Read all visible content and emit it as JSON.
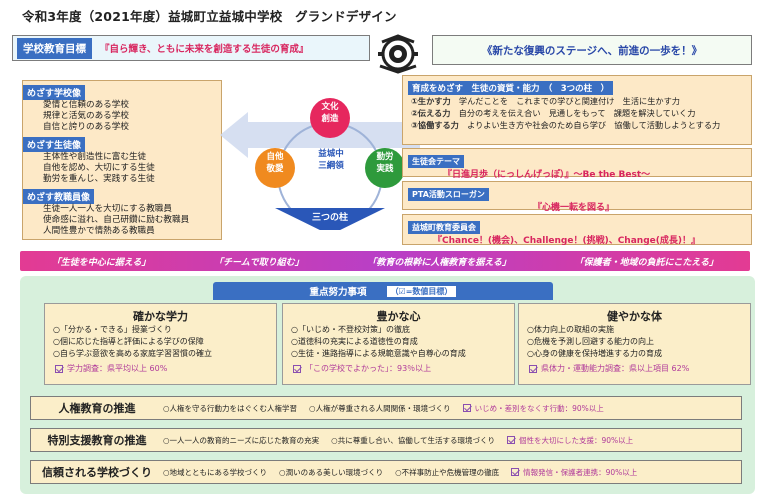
{
  "header": {
    "title": "令和3年度（2021年度）益城町立益城中学校　グランドデザイン"
  },
  "goal": {
    "label": "学校教育目標",
    "text": "『自ら輝き、ともに未来を創造する生徒の育成』"
  },
  "slogan": "《新たな復興のステージへ、前進の一歩を！》",
  "left_panel": {
    "sections": [
      {
        "head": "めざす学校像",
        "items": [
          "愛情と信頼のある学校",
          "規律と活気のある学校",
          "自信と誇りのある学校"
        ]
      },
      {
        "head": "めざす生徒像",
        "items": [
          "主体性や創造性に富む生徒",
          "自他を認め、大切にする生徒",
          "勤労を重んじ、実践する生徒"
        ]
      },
      {
        "head": "めざす教職員像",
        "items": [
          "生徒一人一人を大切にする教職員",
          "使命感に溢れ、自己研鑽に励む教職員",
          "人間性豊かで情熱ある教職員"
        ]
      }
    ]
  },
  "center": {
    "circle_top": [
      "文化",
      "創造"
    ],
    "circle_left": [
      "自他",
      "敬愛"
    ],
    "circle_right": [
      "勤労",
      "実践"
    ],
    "core": [
      "益城中",
      "三綱領"
    ],
    "pillar": "三つの柱"
  },
  "qualities": {
    "head": "育成をめざす　生徒の資質・能力　（　3つの柱　）",
    "rows": [
      {
        "label": "①生かす力",
        "text": "学んだことを　これまでの学びと関連付け　生活に生かす力"
      },
      {
        "label": "②伝える力",
        "text": "自分の考えを伝え合い　見通しをもって　課題を解決していく力"
      },
      {
        "label": "③協働する力",
        "text": "よりよい生き方や社会のため自ら学び　協働して活動しようとする力"
      }
    ]
  },
  "student_council": {
    "head": "生徒会テーマ",
    "text": "『日進月歩（にっしんげっぽ）』～Be the Best～"
  },
  "pta": {
    "head": "PTA活動スローガン",
    "text": "『心機一転を図る』"
  },
  "board": {
    "head": "益城町教育委員会",
    "text": "『Chance！(機会)、Challenge！(挑戦)、Change(成長)！』"
  },
  "banner": [
    "「生徒を中心に据える」",
    "「チームで取り組む」",
    "「教育の根幹に人権教育を据える」",
    "「保護者・地域の負託にこたえる」"
  ],
  "focus": {
    "title": "重点努力事項",
    "sub": "（☑=数値目標）"
  },
  "columns": [
    {
      "title": "確かな学力",
      "items": [
        "○「分かる・できる」授業づくり",
        "○個に応じた指導と評価による学びの保障",
        "○自ら学ぶ意欲を高める家庭学習習慣の確立"
      ],
      "metric": "学力調査：県平均以上 60%"
    },
    {
      "title": "豊かな心",
      "items": [
        "○「いじめ・不登校対策」の徹底",
        "○道徳科の充実による道徳性の育成",
        "○生徒・進路指導による規範意識や自尊心の育成"
      ],
      "metric": "「この学校でよかった」：93％以上"
    },
    {
      "title": "健やかな体",
      "items": [
        "○体力向上の取組の実施",
        "○危機を予測し回避する能力の向上",
        "○心身の健康を保持増進する力の育成"
      ],
      "metric": "県体力・運動能力調査：県以上項目 62%"
    }
  ],
  "strips": [
    {
      "title": "人権教育の推進",
      "items": [
        "○人権を守る行動力をはぐくむ人権学習",
        "○人権が尊重される人間関係・環境づくり"
      ],
      "metric": "いじめ・差別をなくす行動：90%以上"
    },
    {
      "title": "特別支援教育の推進",
      "items": [
        "○一人一人の教育的ニーズに応じた教育の充実",
        "○共に尊重し合い、協働して生活する環境づくり"
      ],
      "metric": "個性を大切にした支援：90%以上"
    },
    {
      "title": "信頼される学校づくり",
      "items": [
        "○地域とともにある学校づくり",
        "○潤いのある美しい環境づくり",
        "○不祥事防止や危機管理の徹底"
      ],
      "metric": "情報発信・保護者連携：90%以上"
    }
  ],
  "colors": {
    "accent_blue": "#3a6fc2",
    "accent_pink": "#d8265f",
    "circle_red": "#e6275e",
    "circle_orange": "#f08a1f",
    "circle_green": "#2e9a3c",
    "pillar_blue": "#2a57b8"
  }
}
